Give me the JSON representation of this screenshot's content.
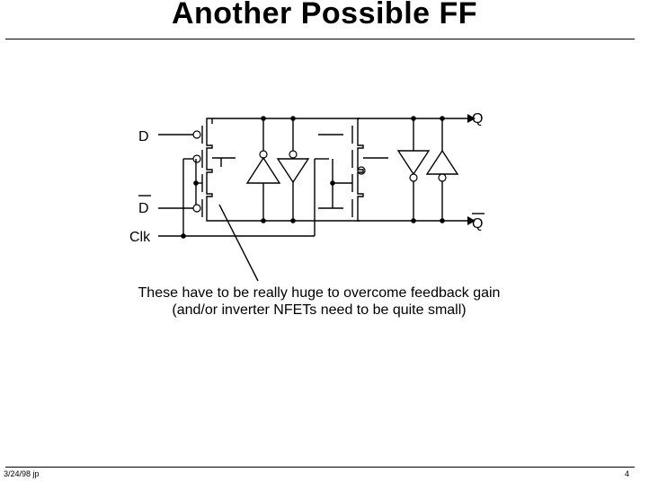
{
  "slide": {
    "title": "Another Possible FF",
    "annotation": "These have to be really huge to overcome feedback gain (and/or inverter NFETs need to be quite small)",
    "footer_left": "3/24/98  jp",
    "page_number": "4"
  },
  "circuit": {
    "inputs": {
      "d": "D",
      "d_bar": "D",
      "clk": "Clk"
    },
    "outputs": {
      "q": "Q",
      "q_bar": "Q"
    }
  }
}
